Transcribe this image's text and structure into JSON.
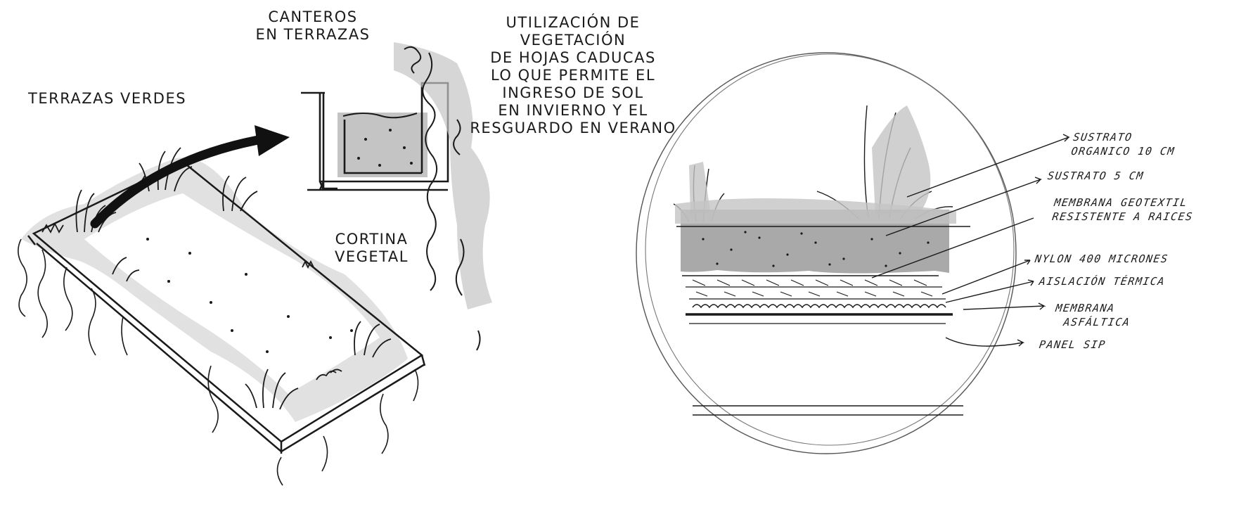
{
  "left_panel": {
    "terrazas_verdes": "TERRAZAS VERDES",
    "canteros": [
      "CANTEROS",
      "EN TERRAZAS"
    ],
    "cortina": [
      "CORTINA",
      "VEGETAL"
    ],
    "vegetacion": [
      "UTILIZACIÓN DE",
      "VEGETACIÓN",
      "DE HOJAS CADUCAS",
      "LO QUE PERMITE EL",
      "INGRESO DE SOL",
      "EN INVIERNO Y EL",
      "RESGUARDO EN VERANO"
    ]
  },
  "right_panel": {
    "layers": {
      "sustrato_organico": [
        "SUSTRATO",
        "ORGANICO 10 CM"
      ],
      "sustrato": "SUSTRATO 5 CM",
      "membrana_geotextil": [
        "MEMBRANA GEOTEXTIL",
        "RESISTENTE A RAICES"
      ],
      "nylon": "NYLON 400 MICRONES",
      "aislacion": "AISLACIÓN TÉRMICA",
      "membrana_asfaltica": [
        "MEMBRANA",
        "ASFÁLTICA"
      ],
      "panel_sip": "PANEL SIP"
    }
  },
  "colors": {
    "ink": "#1a1a1a",
    "shade": "#c4c4c4",
    "shade_dark": "#9a9a9a"
  }
}
